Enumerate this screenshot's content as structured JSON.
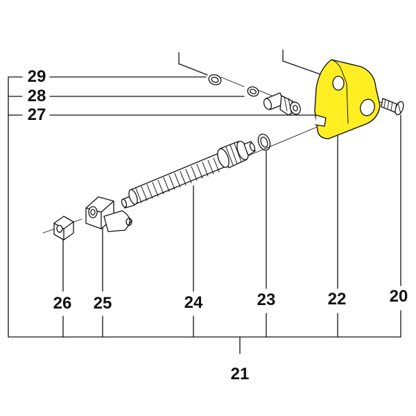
{
  "labels": {
    "p20": "20",
    "p21": "21",
    "p22": "22",
    "p23": "23",
    "p24": "24",
    "p25": "25",
    "p26": "26",
    "p27": "27",
    "p28": "28",
    "p29": "29"
  },
  "colors": {
    "highlight": "#ffee22",
    "ink": "#111111"
  }
}
